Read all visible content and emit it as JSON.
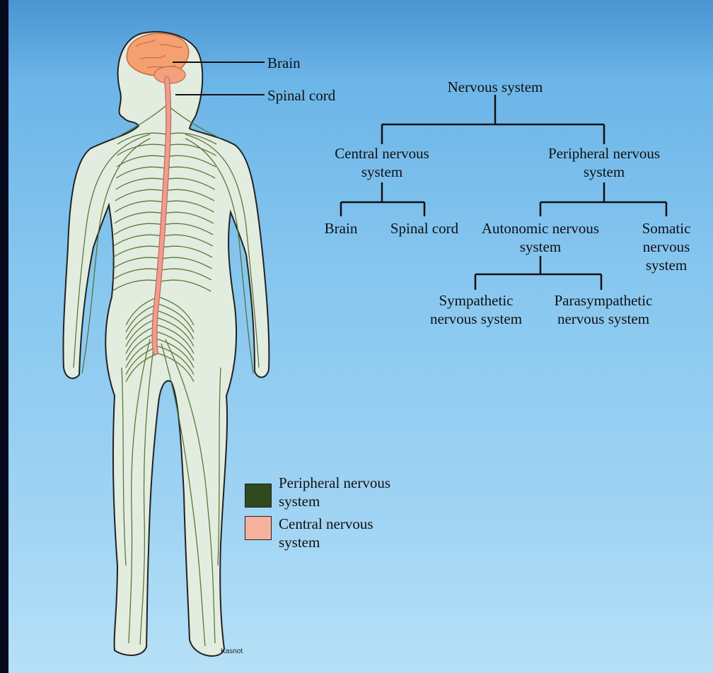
{
  "body_labels": {
    "brain": "Brain",
    "spinal_cord": "Spinal cord"
  },
  "tree": {
    "root": "Nervous system",
    "central": "Central nervous system",
    "peripheral": "Peripheral nervous system",
    "brain": "Brain",
    "spinal_cord": "Spinal cord",
    "autonomic": "Autonomic nervous system",
    "somatic": "Somatic nervous system",
    "sympathetic": "Sympathetic nervous system",
    "parasympathetic": "Parasympathetic nervous system"
  },
  "legend": [
    {
      "label": "Peripheral nervous system",
      "color": "#2f4a1e"
    },
    {
      "label": "Central nervous system",
      "color": "#f6b29c"
    }
  ],
  "credit": "Kasnot",
  "colors": {
    "background_top": "#4a94d2",
    "background_bottom": "#b6e0f7",
    "body_fill": "#e2eddf",
    "nerve": "#4f6a2a",
    "brain": "#f5a070",
    "spinal_cord": "#ef9d8e"
  }
}
